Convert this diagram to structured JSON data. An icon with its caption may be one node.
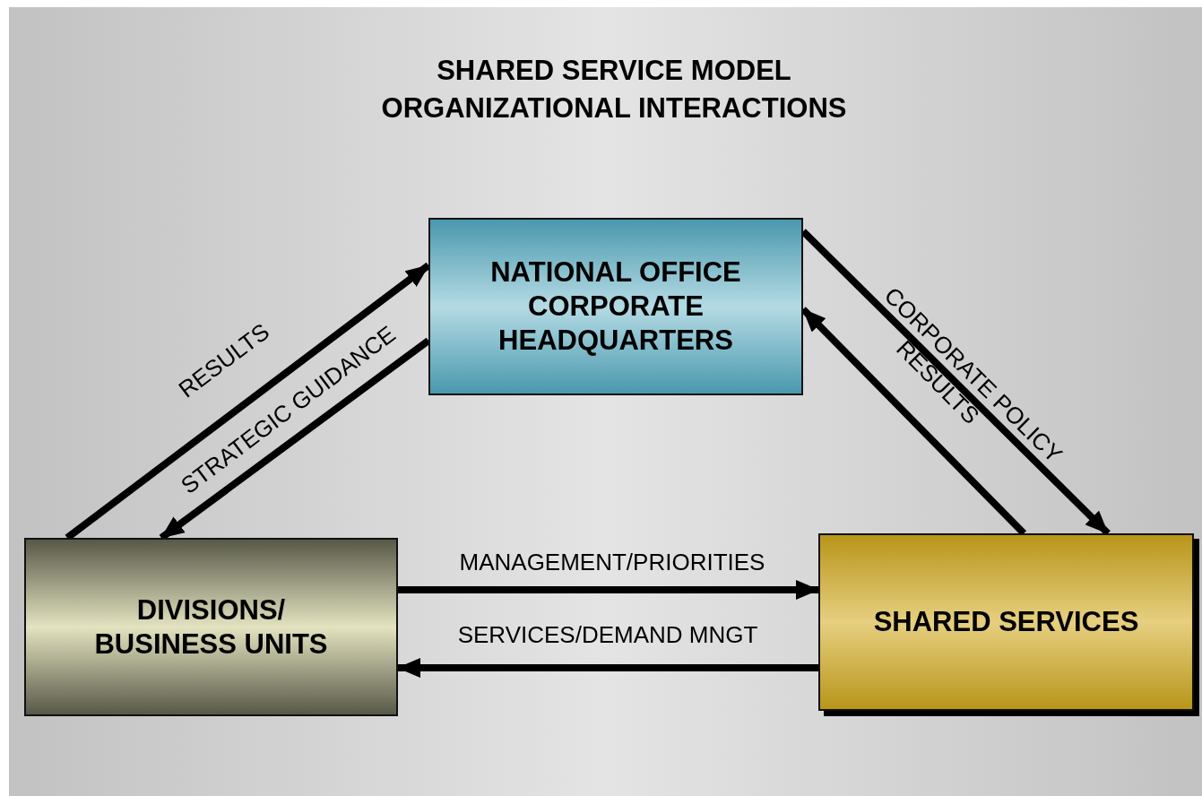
{
  "diagram": {
    "title": "SHARED SERVICE MODEL ORGANIZATIONAL INTERACTIONS",
    "nodes": [
      {
        "text": [
          "NATIONAL OFFICE CORPORATE HEADQUARTERS"
        ]
      },
      {
        "text": [
          "DIVISIONS/ BUSINESS UNITS"
        ]
      },
      {
        "text": [
          "SHARED SERVICES"
        ]
      }
    ],
    "edges": [
      {
        "from": 1,
        "to": 0,
        "arrow": "to",
        "label": "RESULTS"
      },
      {
        "from": 0,
        "to": 1,
        "arrow": "to",
        "label": "STRATEGIC GUIDANCE"
      },
      {
        "from": 0,
        "to": 2,
        "arrow": "to",
        "label": "CORPORATE POLICY"
      },
      {
        "from": 2,
        "to": 0,
        "arrow": "to",
        "label": "RESULTS"
      },
      {
        "from": 1,
        "to": 2,
        "arrow": "to",
        "label": "MANAGEMENT/PRIORITIES"
      },
      {
        "from": 2,
        "to": 1,
        "arrow": "to",
        "label": "SERVICES/DEMAND MNGT"
      }
    ]
  }
}
